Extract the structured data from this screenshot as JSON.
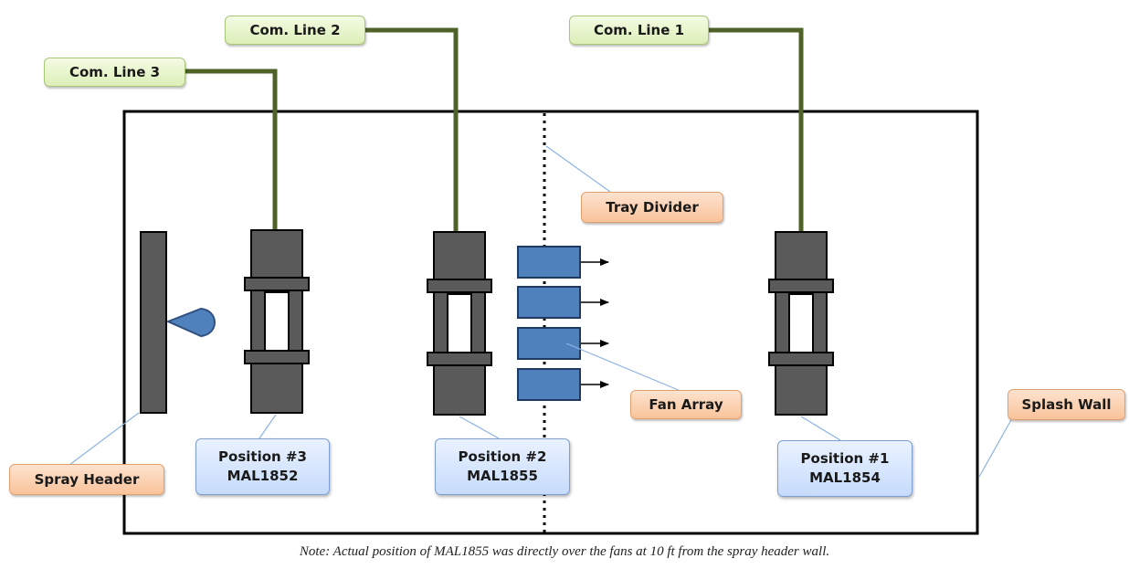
{
  "comm_lines": {
    "line1": "Com. Line 1",
    "line2": "Com. Line 2",
    "line3": "Com. Line 3"
  },
  "positions": {
    "p1": {
      "title": "Position #1",
      "id": "MAL1854"
    },
    "p2": {
      "title": "Position #2",
      "id": "MAL1855"
    },
    "p3": {
      "title": "Position #3",
      "id": "MAL1852"
    }
  },
  "callouts": {
    "tray_divider": "Tray Divider",
    "fan_array": "Fan Array",
    "splash_wall": "Splash Wall",
    "spray_header": "Spray Header"
  },
  "note": "Note:  Actual position of MAL1855 was directly over the fans at 10 ft from the spray header wall.",
  "colors": {
    "cable": "#4f6228",
    "instrument": "#5a5a5a",
    "fan": "#4f81bd",
    "nozzle": "#4f81bd",
    "leader": "#8db3e2"
  }
}
